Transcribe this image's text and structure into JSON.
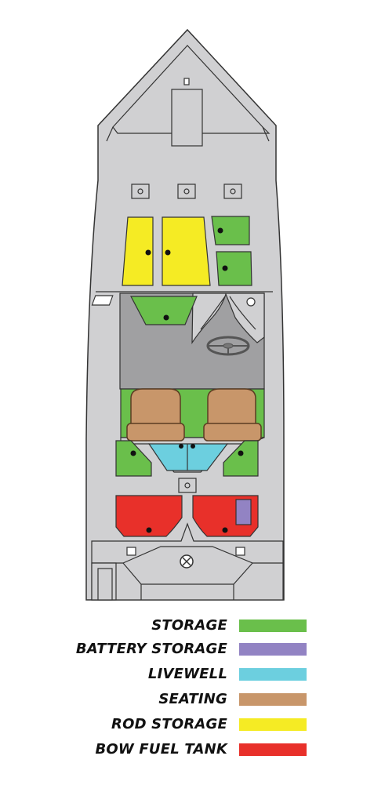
{
  "legend": {
    "items": [
      {
        "label": "STORAGE",
        "color": "#6abf4b"
      },
      {
        "label": "BATTERY STORAGE",
        "color": "#9283c3"
      },
      {
        "label": "LIVEWELL",
        "color": "#6ccfdf"
      },
      {
        "label": "SEATING",
        "color": "#c8966a"
      },
      {
        "label": "ROD STORAGE",
        "color": "#f5eb24"
      },
      {
        "label": "BOW FUEL TANK",
        "color": "#e8302a"
      }
    ]
  },
  "colors": {
    "hull": "#d0d0d2",
    "deck_floor": "#a0a0a2",
    "outline": "#333333",
    "storage": "#6abf4b",
    "battery": "#9283c3",
    "livewell": "#6ccfdf",
    "seating": "#c8966a",
    "rod_storage": "#f5eb24",
    "fuel_tank": "#e8302a"
  }
}
